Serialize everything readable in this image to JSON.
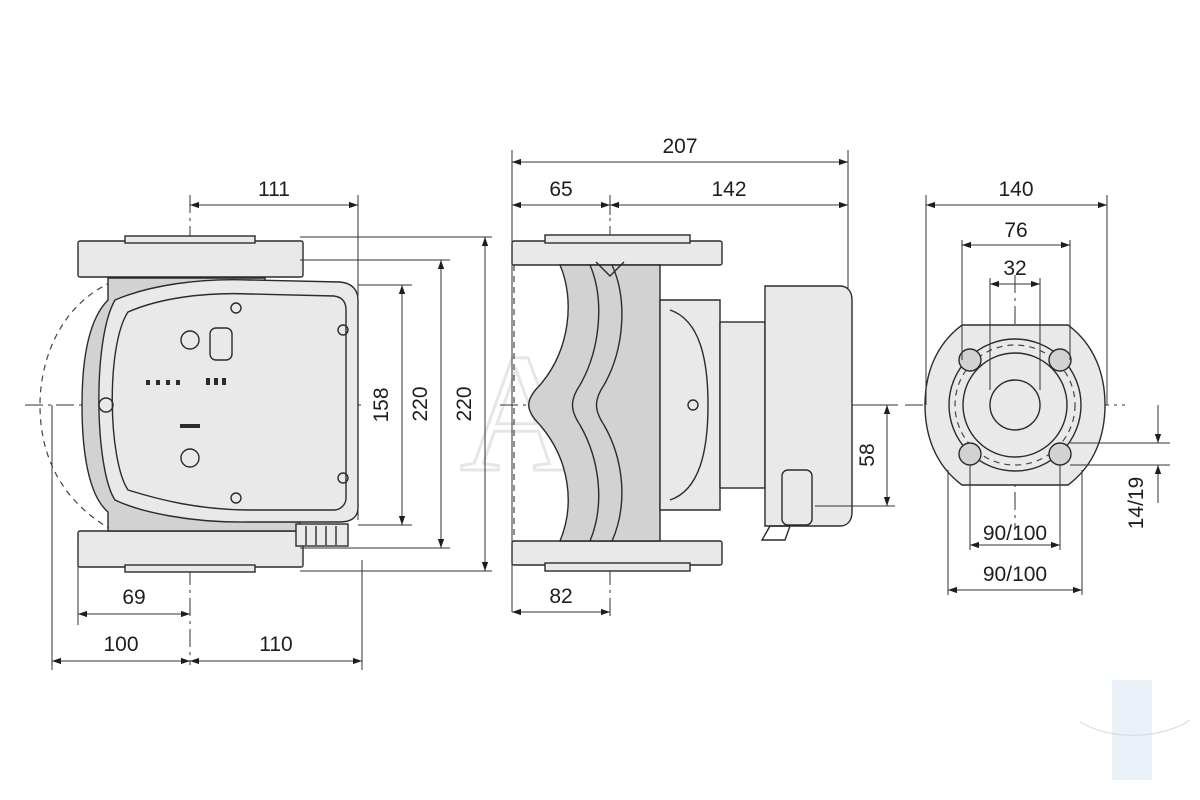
{
  "dimensions": {
    "front_width_111": "111",
    "front_left_69": "69",
    "front_left_100": "100",
    "front_right_110": "110",
    "front_height_158": "158",
    "front_height_220_a": "220",
    "front_height_220_b": "220",
    "side_total_207": "207",
    "side_left_65": "65",
    "side_right_142": "142",
    "side_bottom_82": "82",
    "side_offset_58": "58",
    "flange_outer_140": "140",
    "flange_76": "76",
    "flange_32": "32",
    "flange_bolt_circle_a": "90/100",
    "flange_bolt_circle_b": "90/100",
    "flange_holes": "14/19"
  },
  "colors": {
    "line": "#2b2b2b",
    "fill": "#d2d2d2",
    "background": "#ffffff"
  }
}
